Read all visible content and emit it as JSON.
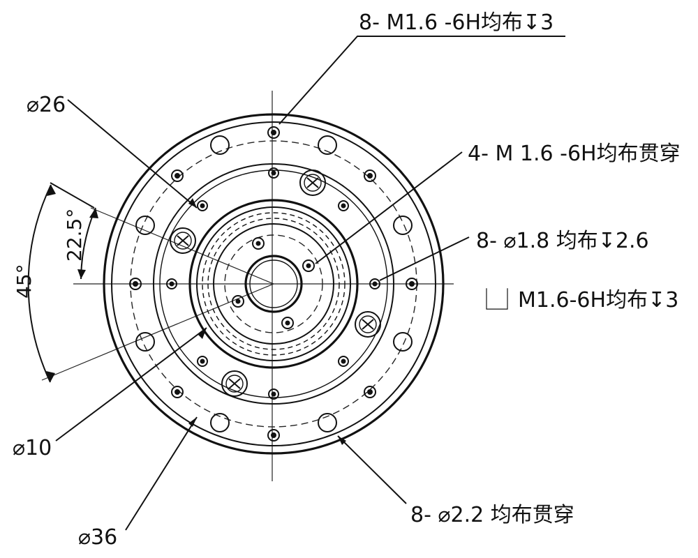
{
  "drawing": {
    "callouts": {
      "top_thread": "8- M1.6 -6H均布↧3",
      "through_thread": "4- M 1.6 -6H均布贯穿",
      "hole_18": "8- ⌀1.8 均布↧2.6",
      "hole_18_sub": "⎿⏌M1.6-6H均布↧3",
      "hole_22": "8- ⌀2.2 均布贯穿"
    },
    "diameters": {
      "d26": "⌀26",
      "d10": "⌀10",
      "d36": "⌀36"
    },
    "angles": {
      "a45": "45°",
      "a225": "22.5°"
    }
  }
}
